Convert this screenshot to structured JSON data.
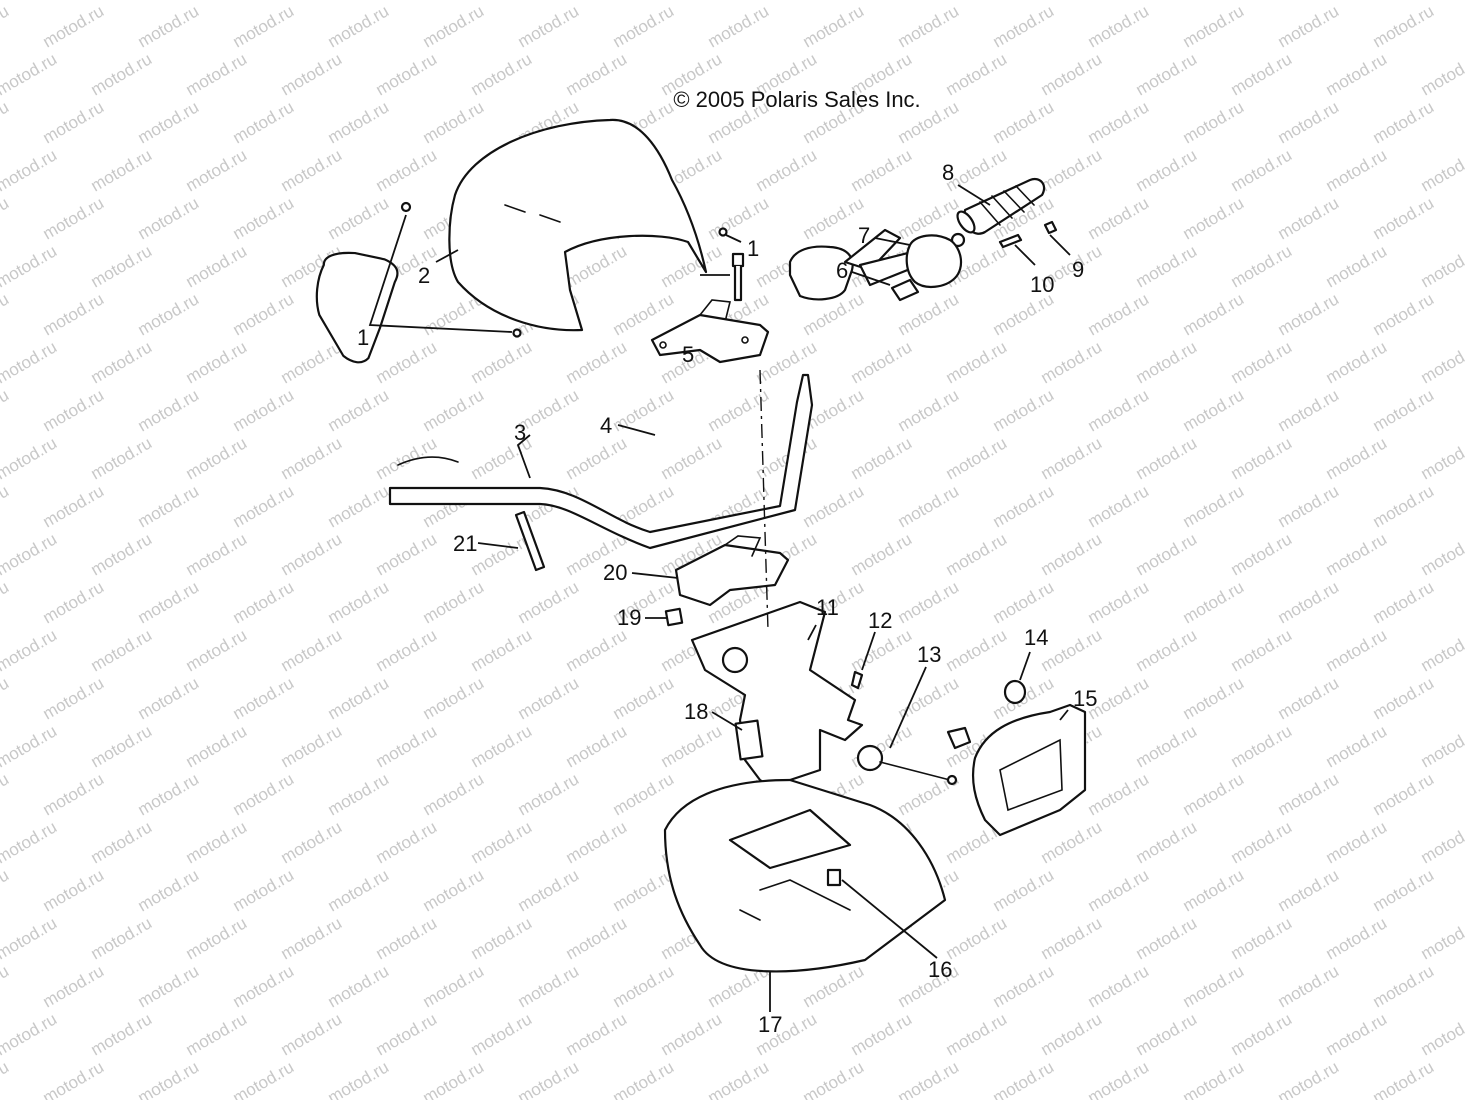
{
  "copyright": "© 2005 Polaris Sales Inc.",
  "watermark": "motod.ru",
  "colors": {
    "line": "#111111",
    "watermark": "#c8c8c8",
    "background": "#ffffff"
  },
  "callouts": [
    {
      "id": "c1a",
      "label": "1"
    },
    {
      "id": "c1b",
      "label": "1"
    },
    {
      "id": "c2",
      "label": "2"
    },
    {
      "id": "c3",
      "label": "3"
    },
    {
      "id": "c4",
      "label": "4"
    },
    {
      "id": "c5",
      "label": "5"
    },
    {
      "id": "c6",
      "label": "6"
    },
    {
      "id": "c7",
      "label": "7"
    },
    {
      "id": "c8",
      "label": "8"
    },
    {
      "id": "c9",
      "label": "9"
    },
    {
      "id": "c10",
      "label": "10"
    },
    {
      "id": "c11",
      "label": "11"
    },
    {
      "id": "c12",
      "label": "12"
    },
    {
      "id": "c13",
      "label": "13"
    },
    {
      "id": "c14",
      "label": "14"
    },
    {
      "id": "c15",
      "label": "15"
    },
    {
      "id": "c16",
      "label": "16"
    },
    {
      "id": "c17",
      "label": "17"
    },
    {
      "id": "c18",
      "label": "18"
    },
    {
      "id": "c19",
      "label": "19"
    },
    {
      "id": "c20",
      "label": "20"
    },
    {
      "id": "c21",
      "label": "21"
    }
  ]
}
